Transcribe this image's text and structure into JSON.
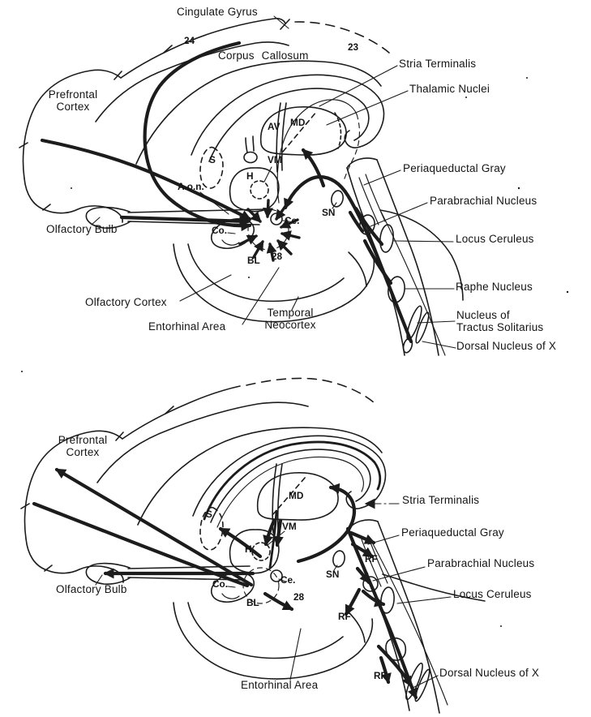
{
  "figure": {
    "background_color": "#ffffff",
    "ink_color": "#1c1c1c",
    "panels": {
      "top": {
        "labels": {
          "cingulate_gyrus": "Cingulate Gyrus",
          "area_24": "24",
          "area_23": "23",
          "corpus_callosum": "Corpus Callosum",
          "stria_terminalis": "Stria Terminalis",
          "thalamic_nuclei": "Thalamic Nuclei",
          "prefrontal_cortex": "Prefrontal\nCortex",
          "av": "AV",
          "md": "MD",
          "s": "S",
          "vm": "VM",
          "h": "H",
          "aon": "A.o.n.",
          "periaqueductal_gray": "Periaqueductal Gray",
          "parabrachial_nucleus": "Parabrachial Nucleus",
          "sn": "SN",
          "ce": "Ce.",
          "olfactory_bulb": "Olfactory Bulb",
          "co": "Co.",
          "locus_ceruleus": "Locus Ceruleus",
          "bl": "BL",
          "area_28": "28",
          "raphe_nucleus": "Raphe Nucleus",
          "olfactory_cortex": "Olfactory Cortex",
          "temporal_neocortex": "Temporal\nNeocortex",
          "entorhinal_area": "Entorhinal Area",
          "nucleus_tractus_solitarius": "Nucleus of\nTractus Solitarius",
          "dorsal_nucleus_x": "Dorsal Nucleus of X"
        }
      },
      "bottom": {
        "labels": {
          "prefrontal_cortex": "Prefrontal\nCortex",
          "md": "MD",
          "s": "S",
          "stria_terminalis": "Stria Terminalis",
          "vm": "VM",
          "h": "H",
          "periaqueductal_gray": "Periaqueductal Gray",
          "rf_upper": "RF",
          "parabrachial_nucleus": "Parabrachial Nucleus",
          "sn": "SN",
          "ce": "Ce.",
          "co": "Co.",
          "olfactory_bulb": "Olfactory Bulb",
          "bl": "BL",
          "area_28": "28",
          "locus_ceruleus": "Locus Ceruleus",
          "rf_middle": "RF",
          "rf_lower": "RF",
          "dorsal_nucleus_x": "Dorsal Nucleus of X",
          "entorhinal_area": "Entorhinal Area"
        }
      }
    }
  }
}
